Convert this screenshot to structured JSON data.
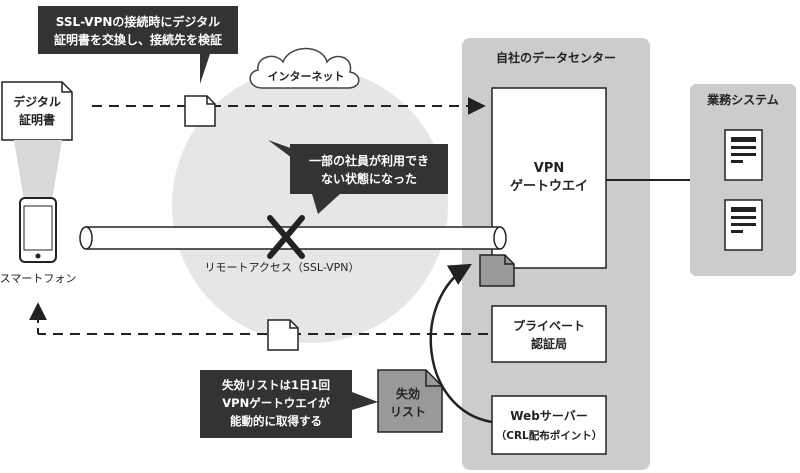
{
  "callout_top": {
    "line1": "SSL-VPNの接続時にデジタル",
    "line2": "証明書を交換し、接続先を検証"
  },
  "internet": {
    "label": "インターネット"
  },
  "datacenter": {
    "label": "自社のデータセンター"
  },
  "business": {
    "label": "業務システム"
  },
  "vpn_gateway": {
    "line1": "VPN",
    "line2": "ゲートウエイ"
  },
  "private_ca": {
    "line1": "プライベート",
    "line2": "認証局"
  },
  "web_server": {
    "line1": "Webサーバー",
    "line2": "（CRL配布ポイント）"
  },
  "certificate": {
    "line1": "デジタル",
    "line2": "証明書"
  },
  "smartphone": {
    "label": "スマートフォン"
  },
  "outage_callout": {
    "line1": "一部の社員が利用でき",
    "line2": "ない状態になった"
  },
  "tunnel": {
    "label": "リモートアクセス（SSL-VPN）"
  },
  "revocation_callout": {
    "line1": "失効リストは1日1回",
    "line2": "VPNゲートウエイが",
    "line3": "能動的に取得する"
  },
  "revocation_list": {
    "line1": "失効",
    "line2": "リスト"
  },
  "colors": {
    "callout_dark": "#333333",
    "panel_gray": "#cccccc",
    "internet_circle": "#e6e6e6",
    "line": "#222222"
  }
}
